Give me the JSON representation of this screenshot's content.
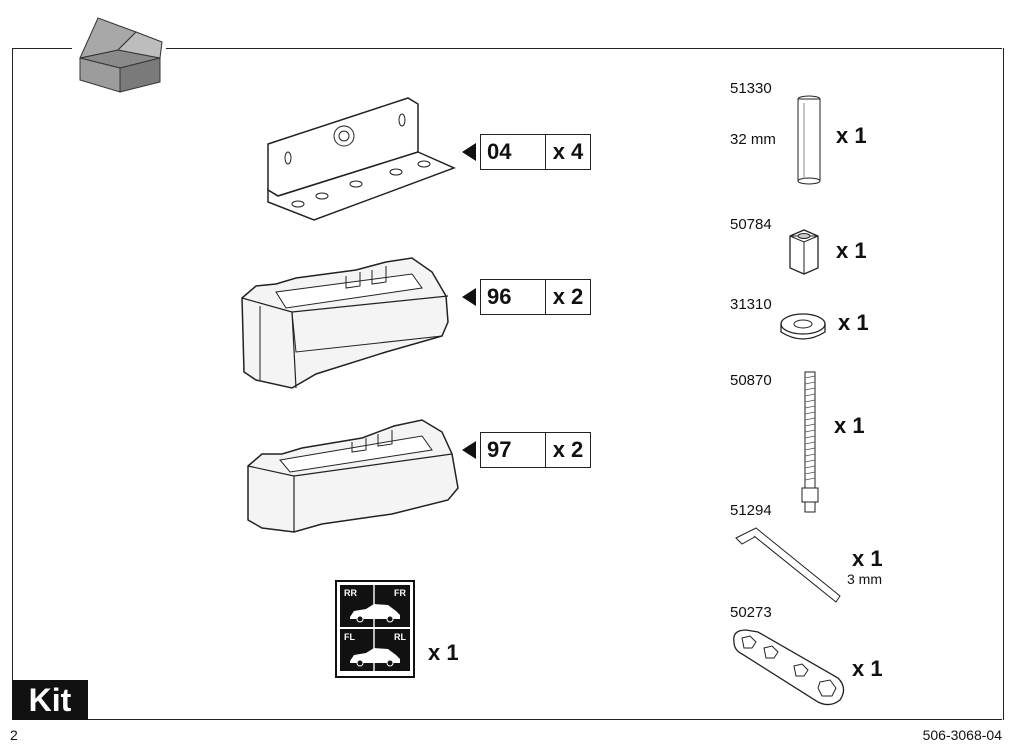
{
  "kit_label": "Kit",
  "page_number": "2",
  "document_number": "506-3068-04",
  "box_icon": "open-box-icon",
  "left_parts": [
    {
      "code": "04",
      "qty": "x 4",
      "name": "mounting-bracket"
    },
    {
      "code": "96",
      "qty": "x 2",
      "name": "foot-pad"
    },
    {
      "code": "97",
      "qty": "x 2",
      "name": "foot-pad"
    }
  ],
  "sticker": {
    "qty": "x 1",
    "top_left": "RR",
    "top_right": "FR",
    "bottom_left": "FL",
    "bottom_right": "RL"
  },
  "right_parts": [
    {
      "part_number": "51330",
      "qty": "x 1",
      "dimension": "32 mm",
      "icon": "spacer-tube-icon"
    },
    {
      "part_number": "50784",
      "qty": "x 1",
      "icon": "hex-nut-icon"
    },
    {
      "part_number": "31310",
      "qty": "x 1",
      "icon": "spring-washer-icon"
    },
    {
      "part_number": "50870",
      "qty": "x 1",
      "icon": "threaded-rod-icon"
    },
    {
      "part_number": "51294",
      "qty": "x 1",
      "dimension": "3 mm",
      "icon": "allen-key-icon"
    },
    {
      "part_number": "50273",
      "qty": "x 1",
      "icon": "wrench-icon"
    }
  ]
}
